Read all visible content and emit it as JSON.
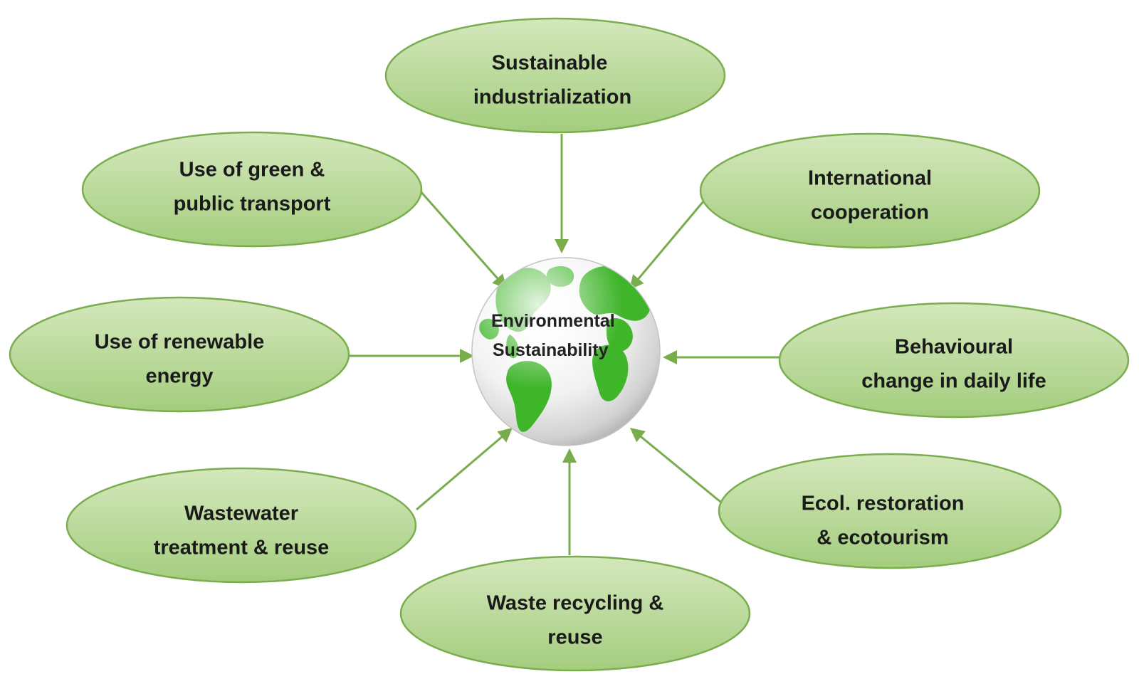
{
  "center": {
    "line1": "Environmental",
    "line2": "Sustainability"
  },
  "nodes": [
    {
      "id": "sustainable-industrialization",
      "line1": "Sustainable",
      "line2": "industrialization"
    },
    {
      "id": "international-cooperation",
      "line1": "International",
      "line2": "cooperation"
    },
    {
      "id": "behavioural-change",
      "line1": "Behavioural",
      "line2": "change in daily life"
    },
    {
      "id": "ecol-restoration",
      "line1": "Ecol. restoration",
      "line2": "& ecotourism"
    },
    {
      "id": "waste-recycling",
      "line1": "Waste recycling &",
      "line2": "reuse"
    },
    {
      "id": "wastewater-treatment",
      "line1": "Wastewater",
      "line2": "treatment & reuse"
    },
    {
      "id": "renewable-energy",
      "line1": "Use of renewable",
      "line2": "energy"
    },
    {
      "id": "green-transport",
      "line1": "Use of green &",
      "line2": "public transport"
    }
  ],
  "colors": {
    "ellipse_fill_top": "#cfe5b4",
    "ellipse_fill_bottom": "#9fca78",
    "ellipse_stroke": "#7aad4e",
    "arrow": "#78ac4c",
    "land": "#3fb52a",
    "globe_highlight": "#ffffff",
    "globe_shadow": "#b8b8b8"
  }
}
